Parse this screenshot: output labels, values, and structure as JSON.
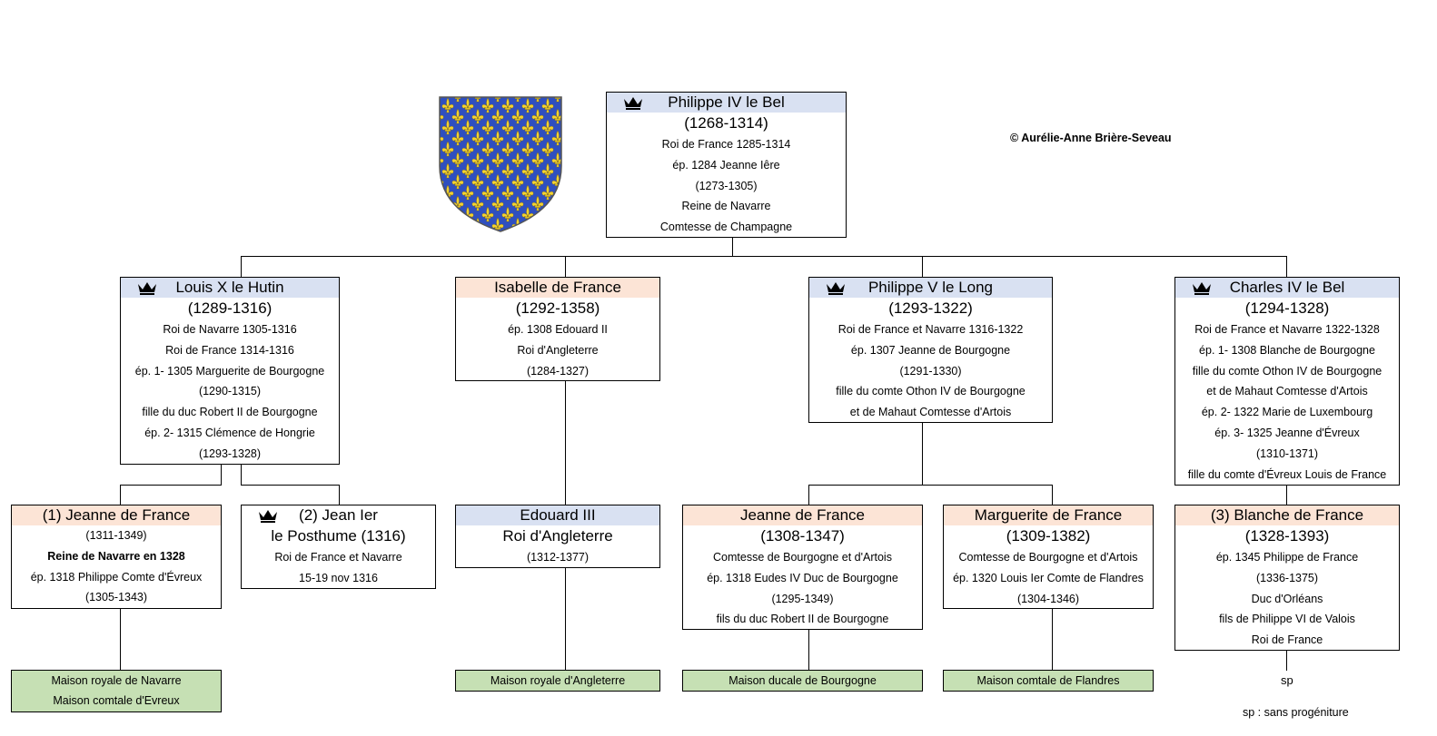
{
  "copyright": "© Aurélie-Anne Brière-Seveau",
  "crest_icon": "fleur-de-lis-shield",
  "crown_icon": "crown",
  "colors": {
    "header_blue": "#d9e1f2",
    "header_salmon": "#fce4d6",
    "maison_green": "#c6e0b4",
    "shield_blue": "#2f4fbf",
    "fleur_gold": "#f2d232"
  },
  "people": {
    "philippe4": {
      "name": "Philippe IV le Bel",
      "dates": "(1268-1314)",
      "lines": [
        "Roi de France 1285-1314",
        "ép. 1284 Jeanne Iêre",
        "(1273-1305)",
        "Reine de Navarre",
        "Comtesse de Champagne"
      ]
    },
    "louis10": {
      "name": "Louis X le Hutin",
      "dates": "(1289-1316)",
      "lines": [
        "Roi de Navarre 1305-1316",
        "Roi de France 1314-1316",
        "ép. 1- 1305 Marguerite de Bourgogne",
        "(1290-1315)",
        "fille du duc Robert II de Bourgogne",
        "ép. 2- 1315 Clémence de Hongrie",
        "(1293-1328)"
      ]
    },
    "isabelle": {
      "name": "Isabelle de France",
      "dates": "(1292-1358)",
      "lines": [
        "ép. 1308 Edouard II",
        "Roi d'Angleterre",
        "(1284-1327)"
      ]
    },
    "philippe5": {
      "name": "Philippe V le Long",
      "dates": "(1293-1322)",
      "lines": [
        "Roi de France et Navarre 1316-1322",
        "ép. 1307 Jeanne de Bourgogne",
        "(1291-1330)",
        "fille du comte Othon IV de Bourgogne",
        "et de Mahaut Comtesse d'Artois"
      ]
    },
    "charles4": {
      "name": "Charles IV le Bel",
      "dates": "(1294-1328)",
      "lines": [
        "Roi de France et Navarre 1322-1328",
        "ép. 1- 1308 Blanche de Bourgogne",
        "fille du comte Othon IV de Bourgogne",
        "et de Mahaut Comtesse d'Artois",
        "ép. 2- 1322 Marie de Luxembourg",
        "ép. 3- 1325 Jeanne d'Évreux",
        "(1310-1371)",
        "fille du comte d'Évreux Louis de France"
      ]
    },
    "jeanne_nav": {
      "name": "(1) Jeanne de France",
      "lines": [
        "(1311-1349)",
        "Reine de Navarre en 1328",
        "ép. 1318 Philippe Comte d'Évreux",
        "(1305-1343)"
      ]
    },
    "jean1": {
      "name": "(2) Jean Ier",
      "name2": "le Posthume (1316)",
      "lines": [
        "Roi de France et Navarre",
        "15-19 nov 1316"
      ]
    },
    "edouard3": {
      "name": "Edouard III",
      "name2": "Roi d'Angleterre",
      "lines": [
        "(1312-1377)"
      ]
    },
    "jeanne_bourg": {
      "name": "Jeanne de France",
      "dates": "(1308-1347)",
      "lines": [
        "Comtesse de Bourgogne et d'Artois",
        "ép. 1318 Eudes IV Duc de Bourgogne",
        "(1295-1349)",
        "fils du duc Robert II de Bourgogne"
      ]
    },
    "marguerite": {
      "name": "Marguerite de France",
      "dates": "(1309-1382)",
      "lines": [
        "Comtesse de Bourgogne et d'Artois",
        "ép. 1320 Louis Ier Comte de Flandres",
        "(1304-1346)"
      ]
    },
    "blanche": {
      "name": "(3) Blanche de France",
      "dates": "(1328-1393)",
      "lines": [
        "ép. 1345 Philippe de France",
        "(1336-1375)",
        "Duc d'Orléans",
        "fils de Philippe VI de Valois",
        "Roi de France"
      ]
    }
  },
  "maisons": {
    "navarre": [
      "Maison royale de Navarre",
      "Maison comtale d'Evreux"
    ],
    "angleterre": [
      "Maison royale d'Angleterre"
    ],
    "bourgogne": [
      "Maison ducale de Bourgogne"
    ],
    "flandres": [
      "Maison comtale de Flandres"
    ]
  },
  "sp": "sp",
  "sp_legend": "sp : sans progéniture"
}
